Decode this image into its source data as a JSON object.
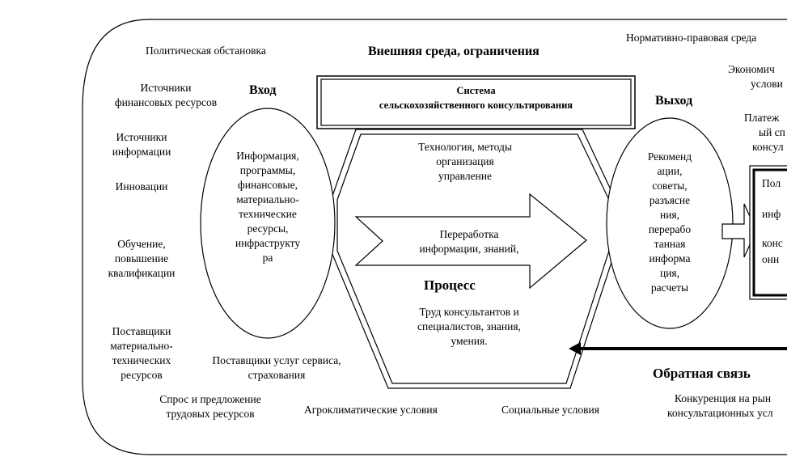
{
  "env_title": "Внешняя среда,   ограничения",
  "input_title": "Вход",
  "output_title": "Выход",
  "process_title": "Процесс",
  "feedback_title": "Обратная связь",
  "system_box": [
    "Система",
    "сельскохозяйственного консультирования"
  ],
  "input_ellipse": [
    "Информация,",
    "программы,",
    "финансовые,",
    "материально-",
    "технические",
    "ресурсы,",
    "инфраструкту",
    "ра"
  ],
  "output_ellipse": [
    "Рекоменд",
    "ации,",
    "советы,",
    "разъясне",
    "ния,",
    "перерабо",
    "танная",
    "информа",
    "ция,",
    "расчеты"
  ],
  "hex_top_text": [
    "Технология, методы",
    "организация",
    "управление"
  ],
  "arrow_text": [
    "Переработка",
    "информации, знаний,"
  ],
  "hex_bottom_text": [
    "Труд консультантов и",
    "специалистов, знания,",
    "умения."
  ],
  "left_factors": {
    "political": "Политическая обстановка",
    "finance": [
      "Источники",
      "финансовых ресурсов"
    ],
    "info": [
      "Источники",
      "информации"
    ],
    "innovation": "Инновации",
    "training": [
      "Обучение,",
      "повышение",
      "квалификации"
    ],
    "suppliers": [
      "Поставщики",
      "материально-",
      "технических",
      "ресурсов"
    ],
    "services": [
      "Поставщики услуг сервиса,",
      "страхования"
    ],
    "labor": [
      "Спрос и предложение",
      "трудовых ресурсов"
    ]
  },
  "bottom_factors": {
    "agro": "Агроклиматические условия",
    "social": "Социальные условия",
    "competition": [
      "Конкуренция на рын",
      "консультационных усл"
    ]
  },
  "right_factors": {
    "normative": "Нормативно-правовая среда",
    "economic": [
      "Экономич",
      "услови"
    ],
    "solvency": [
      "Платеж",
      "ый сп",
      "консул"
    ]
  },
  "right_box": [
    "Пол",
    "инф",
    "конс",
    "онн"
  ]
}
